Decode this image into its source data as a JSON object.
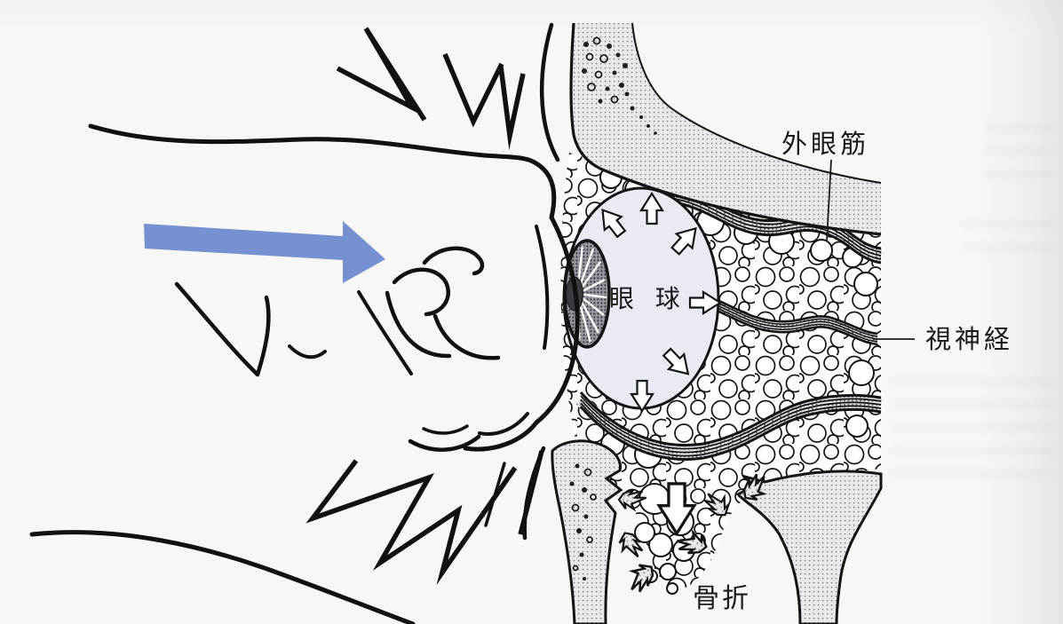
{
  "figure": {
    "kind": "blowout-fracture-mechanism-diagram",
    "labels": {
      "extraocular_muscle": "外眼筋",
      "eyeball": "眼 球",
      "optic_nerve": "視神経",
      "fracture": "骨折"
    },
    "icons": {
      "impact_arrow": "right-block-arrow",
      "pressure_arrows": "outward-hollow-arrows",
      "fracture_arrow": "down-hollow-arrow",
      "impact_lines": "comic-impact-spikes"
    },
    "colors": {
      "impact_arrow": "#7591d2",
      "ink": "#141414",
      "bone_fill": "#e9e9ec",
      "eyeball_fill": "#e8ebf3",
      "iris_fill": "#97979f",
      "pupil_fill": "#3a3a40",
      "paper": "#f8f7f5"
    }
  }
}
